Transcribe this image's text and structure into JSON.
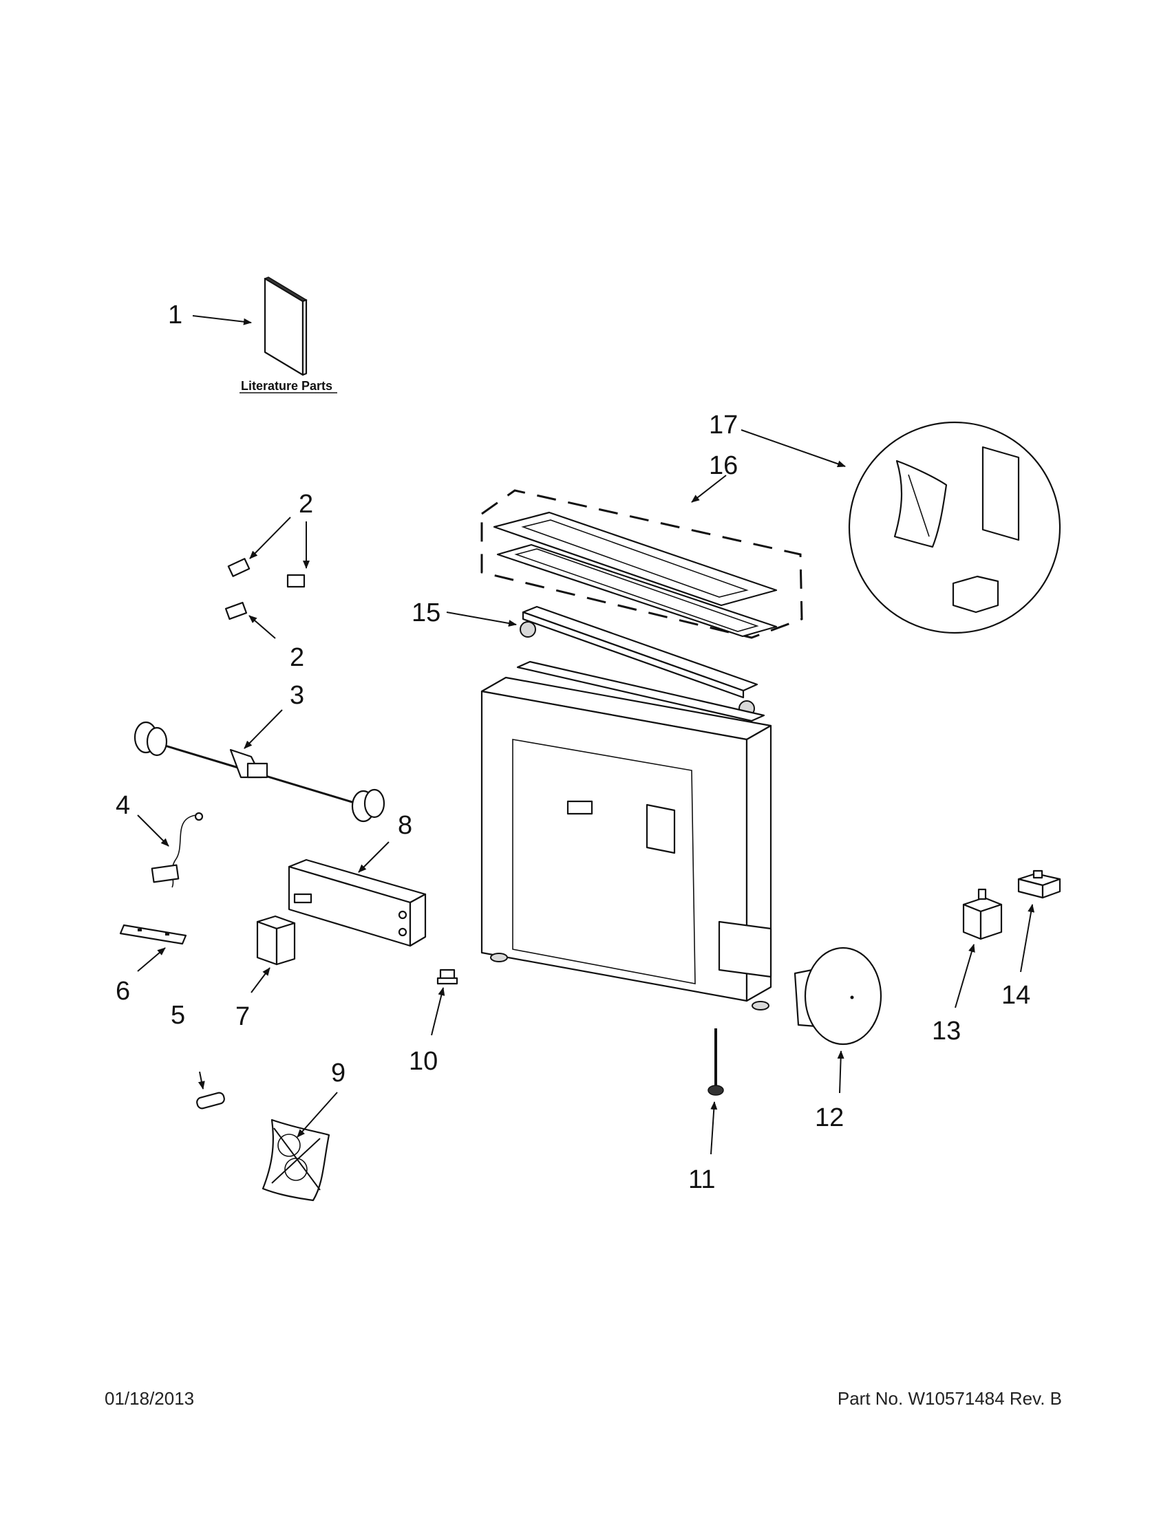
{
  "callouts": {
    "c1": "1",
    "c2a": "2",
    "c2b": "2",
    "c3": "3",
    "c4": "4",
    "c5": "5",
    "c6": "6",
    "c7": "7",
    "c8": "8",
    "c9": "9",
    "c10": "10",
    "c11": "11",
    "c12": "12",
    "c13": "13",
    "c14": "14",
    "c15": "15",
    "c16": "16",
    "c17": "17"
  },
  "literature_label": "Literature Parts",
  "footer": {
    "date": "01/18/2013",
    "part_no": "Part No.  W10571484  Rev.  B"
  }
}
